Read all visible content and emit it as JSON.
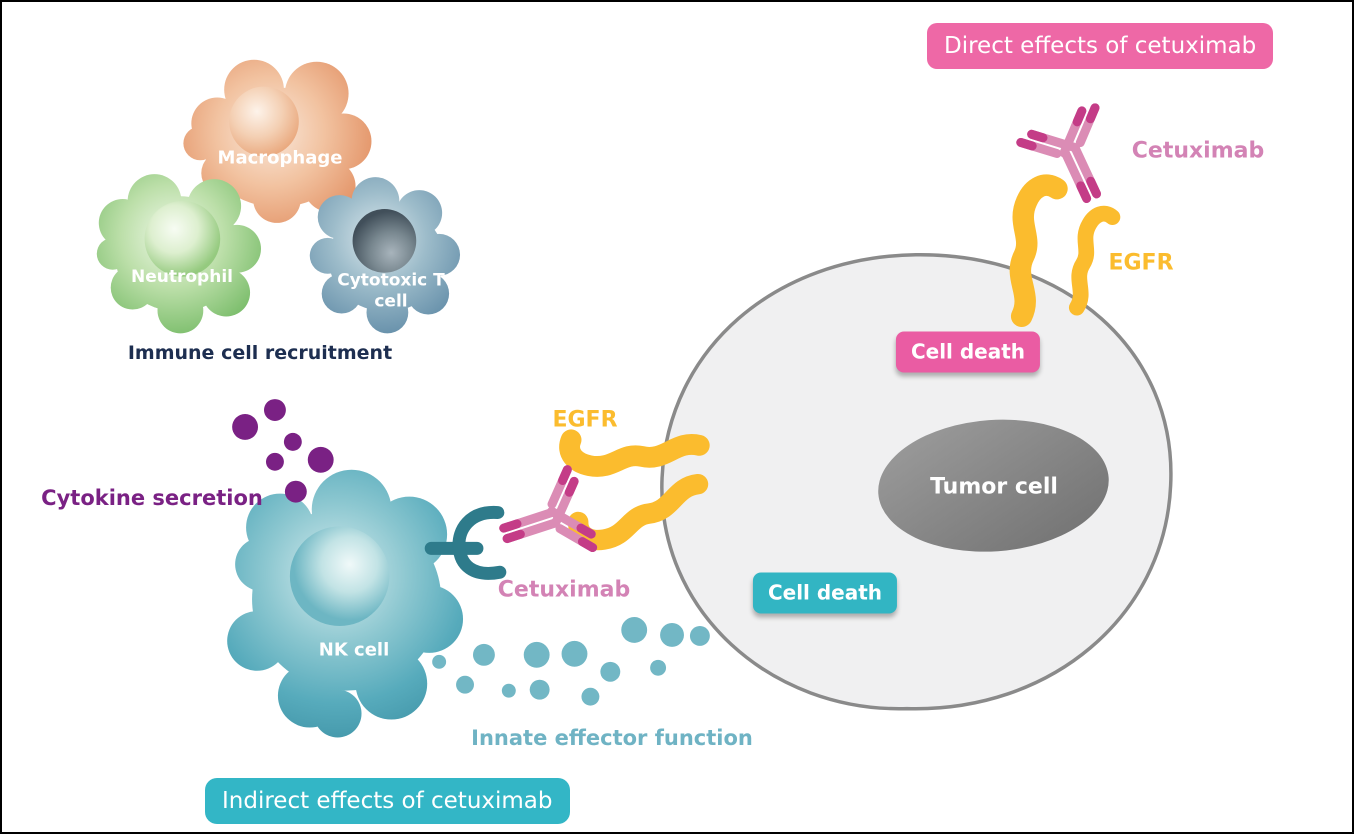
{
  "banners": {
    "direct": "Direct effects of cetuximab",
    "indirect": "Indirect effects of cetuximab"
  },
  "badges": {
    "cell_death_direct": "Cell death",
    "cell_death_indirect": "Cell death"
  },
  "molecules": {
    "cetuximab_top": "Cetuximab",
    "egfr_top": "EGFR",
    "egfr_center": "EGFR",
    "cetuximab_center": "Cetuximab"
  },
  "cells": {
    "macrophage": "Macrophage",
    "neutrophil": "Neutrophil",
    "cytotoxic_t_cell": "Cytotoxic T cell",
    "nk_cell": "NK cell",
    "tumor_cell": "Tumor cell"
  },
  "processes": {
    "immune_cell_recruitment": "Immune cell recruitment",
    "cytokine_secretion": "Cytokine secretion",
    "innate_effector_function": "Innate effector function"
  },
  "icons": {
    "antibody": "y-shaped-antibody-icon",
    "egfr_receptor": "wavy-receptor-icon",
    "fc_receptor_clamp": "clamp-receptor-icon",
    "cytokines": "purple-dot-cluster-icon",
    "effector_granules": "teal-dot-cluster-icon"
  },
  "colors": {
    "direct_pink": "#ee68a6",
    "cell_death_pink": "#ea5ca3",
    "indirect_teal": "#33b6c6",
    "cell_death_teal": "#32b5c3",
    "cetuximab_pink": "#d383b5",
    "antibody_light_pink": "#db8cb5",
    "antibody_dark_pink": "#c43c87",
    "egfr_yellow": "#fbbc2e",
    "cytokine_purple": "#7a2184",
    "innate_teal_text": "#6fb3c4",
    "effector_dot_teal": "#72b7c5",
    "recruitment_navy": "#1d2e50",
    "nk_teal": "#57abbc",
    "fc_clamp_teal": "#2e7b8b",
    "macrophage_orange": "#e08a5c",
    "neutrophil_green": "#6db65e",
    "tcell_blue": "#5f8aa6",
    "tumor_fill_gray": "#f0f0f1",
    "tumor_border_gray": "#8a8a8a",
    "tumor_nucleus_gray": "#828282"
  }
}
